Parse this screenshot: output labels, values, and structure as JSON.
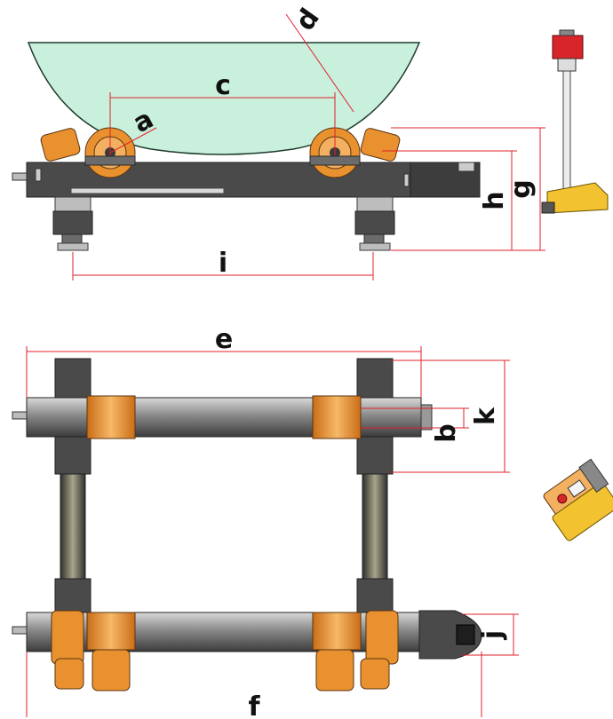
{
  "diagram": {
    "dimension_labels": {
      "a": "a",
      "b": "b",
      "c": "c",
      "d": "d",
      "e": "e",
      "f": "f",
      "g": "g",
      "h": "h",
      "i": "i",
      "j": "j",
      "k": "k"
    },
    "colors": {
      "dimension_line": "#e0202a",
      "vessel": "#c8f0dc",
      "roller": "#e9912e",
      "frame": "#4a4a4a",
      "pendant": "#f2c230",
      "control_box": "#d8252a"
    }
  }
}
